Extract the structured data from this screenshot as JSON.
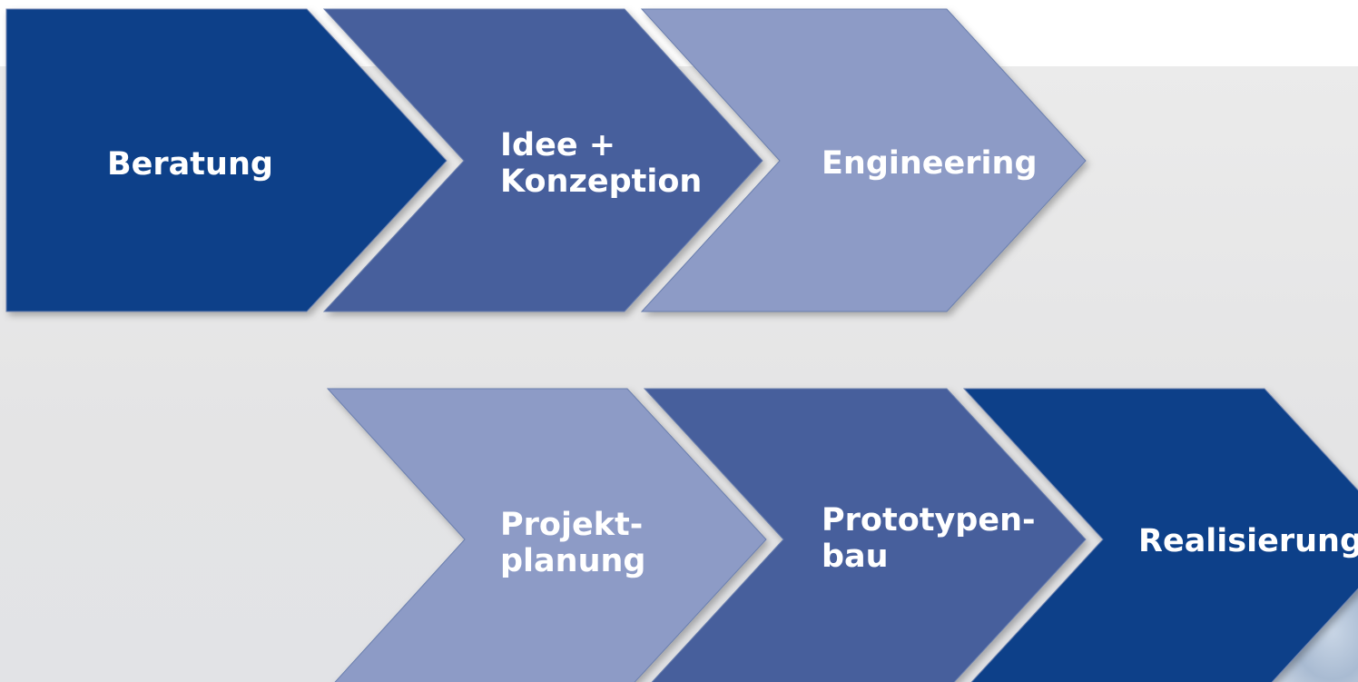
{
  "diagram": {
    "colors": {
      "dark": "#0a4189",
      "medium": "#465f9c",
      "light": "#8d9bc6",
      "text": "#ffffff"
    },
    "rows": [
      {
        "steps": [
          {
            "label": "Beratung",
            "shade": "dark"
          },
          {
            "label": "Idee +\nKonzeption",
            "shade": "medium"
          },
          {
            "label": "Engineering",
            "shade": "light"
          }
        ]
      },
      {
        "steps": [
          {
            "label": "Projekt-\nplanung",
            "shade": "light"
          },
          {
            "label": "Prototypen-\nbau",
            "shade": "medium"
          },
          {
            "label": "Realisierung",
            "shade": "dark"
          }
        ]
      }
    ]
  }
}
